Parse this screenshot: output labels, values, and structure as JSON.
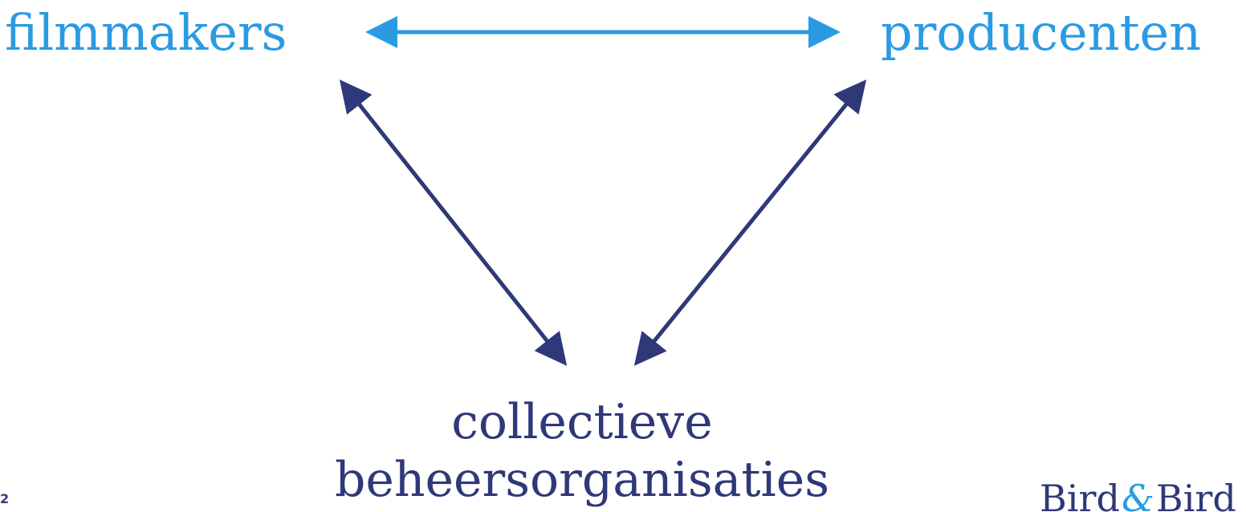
{
  "colors": {
    "light_blue": "#2a9be3",
    "navy": "#2f3878",
    "background": "#ffffff"
  },
  "nodes": {
    "filmmakers": "filmmakers",
    "producenten": "producenten",
    "cbo_line1": "collectieve",
    "cbo_line2": "beheersorganisaties"
  },
  "edges": [
    {
      "from": "filmmakers",
      "to": "producenten",
      "color": "light_blue",
      "bidirectional": true
    },
    {
      "from": "filmmakers",
      "to": "collectieve beheersorganisaties",
      "color": "navy",
      "bidirectional": true
    },
    {
      "from": "producenten",
      "to": "collectieve beheersorganisaties",
      "color": "navy",
      "bidirectional": true
    }
  ],
  "footer": {
    "slide_number": "2",
    "logo_part1": "Bird",
    "logo_amp": "&",
    "logo_part2": "Bird"
  }
}
